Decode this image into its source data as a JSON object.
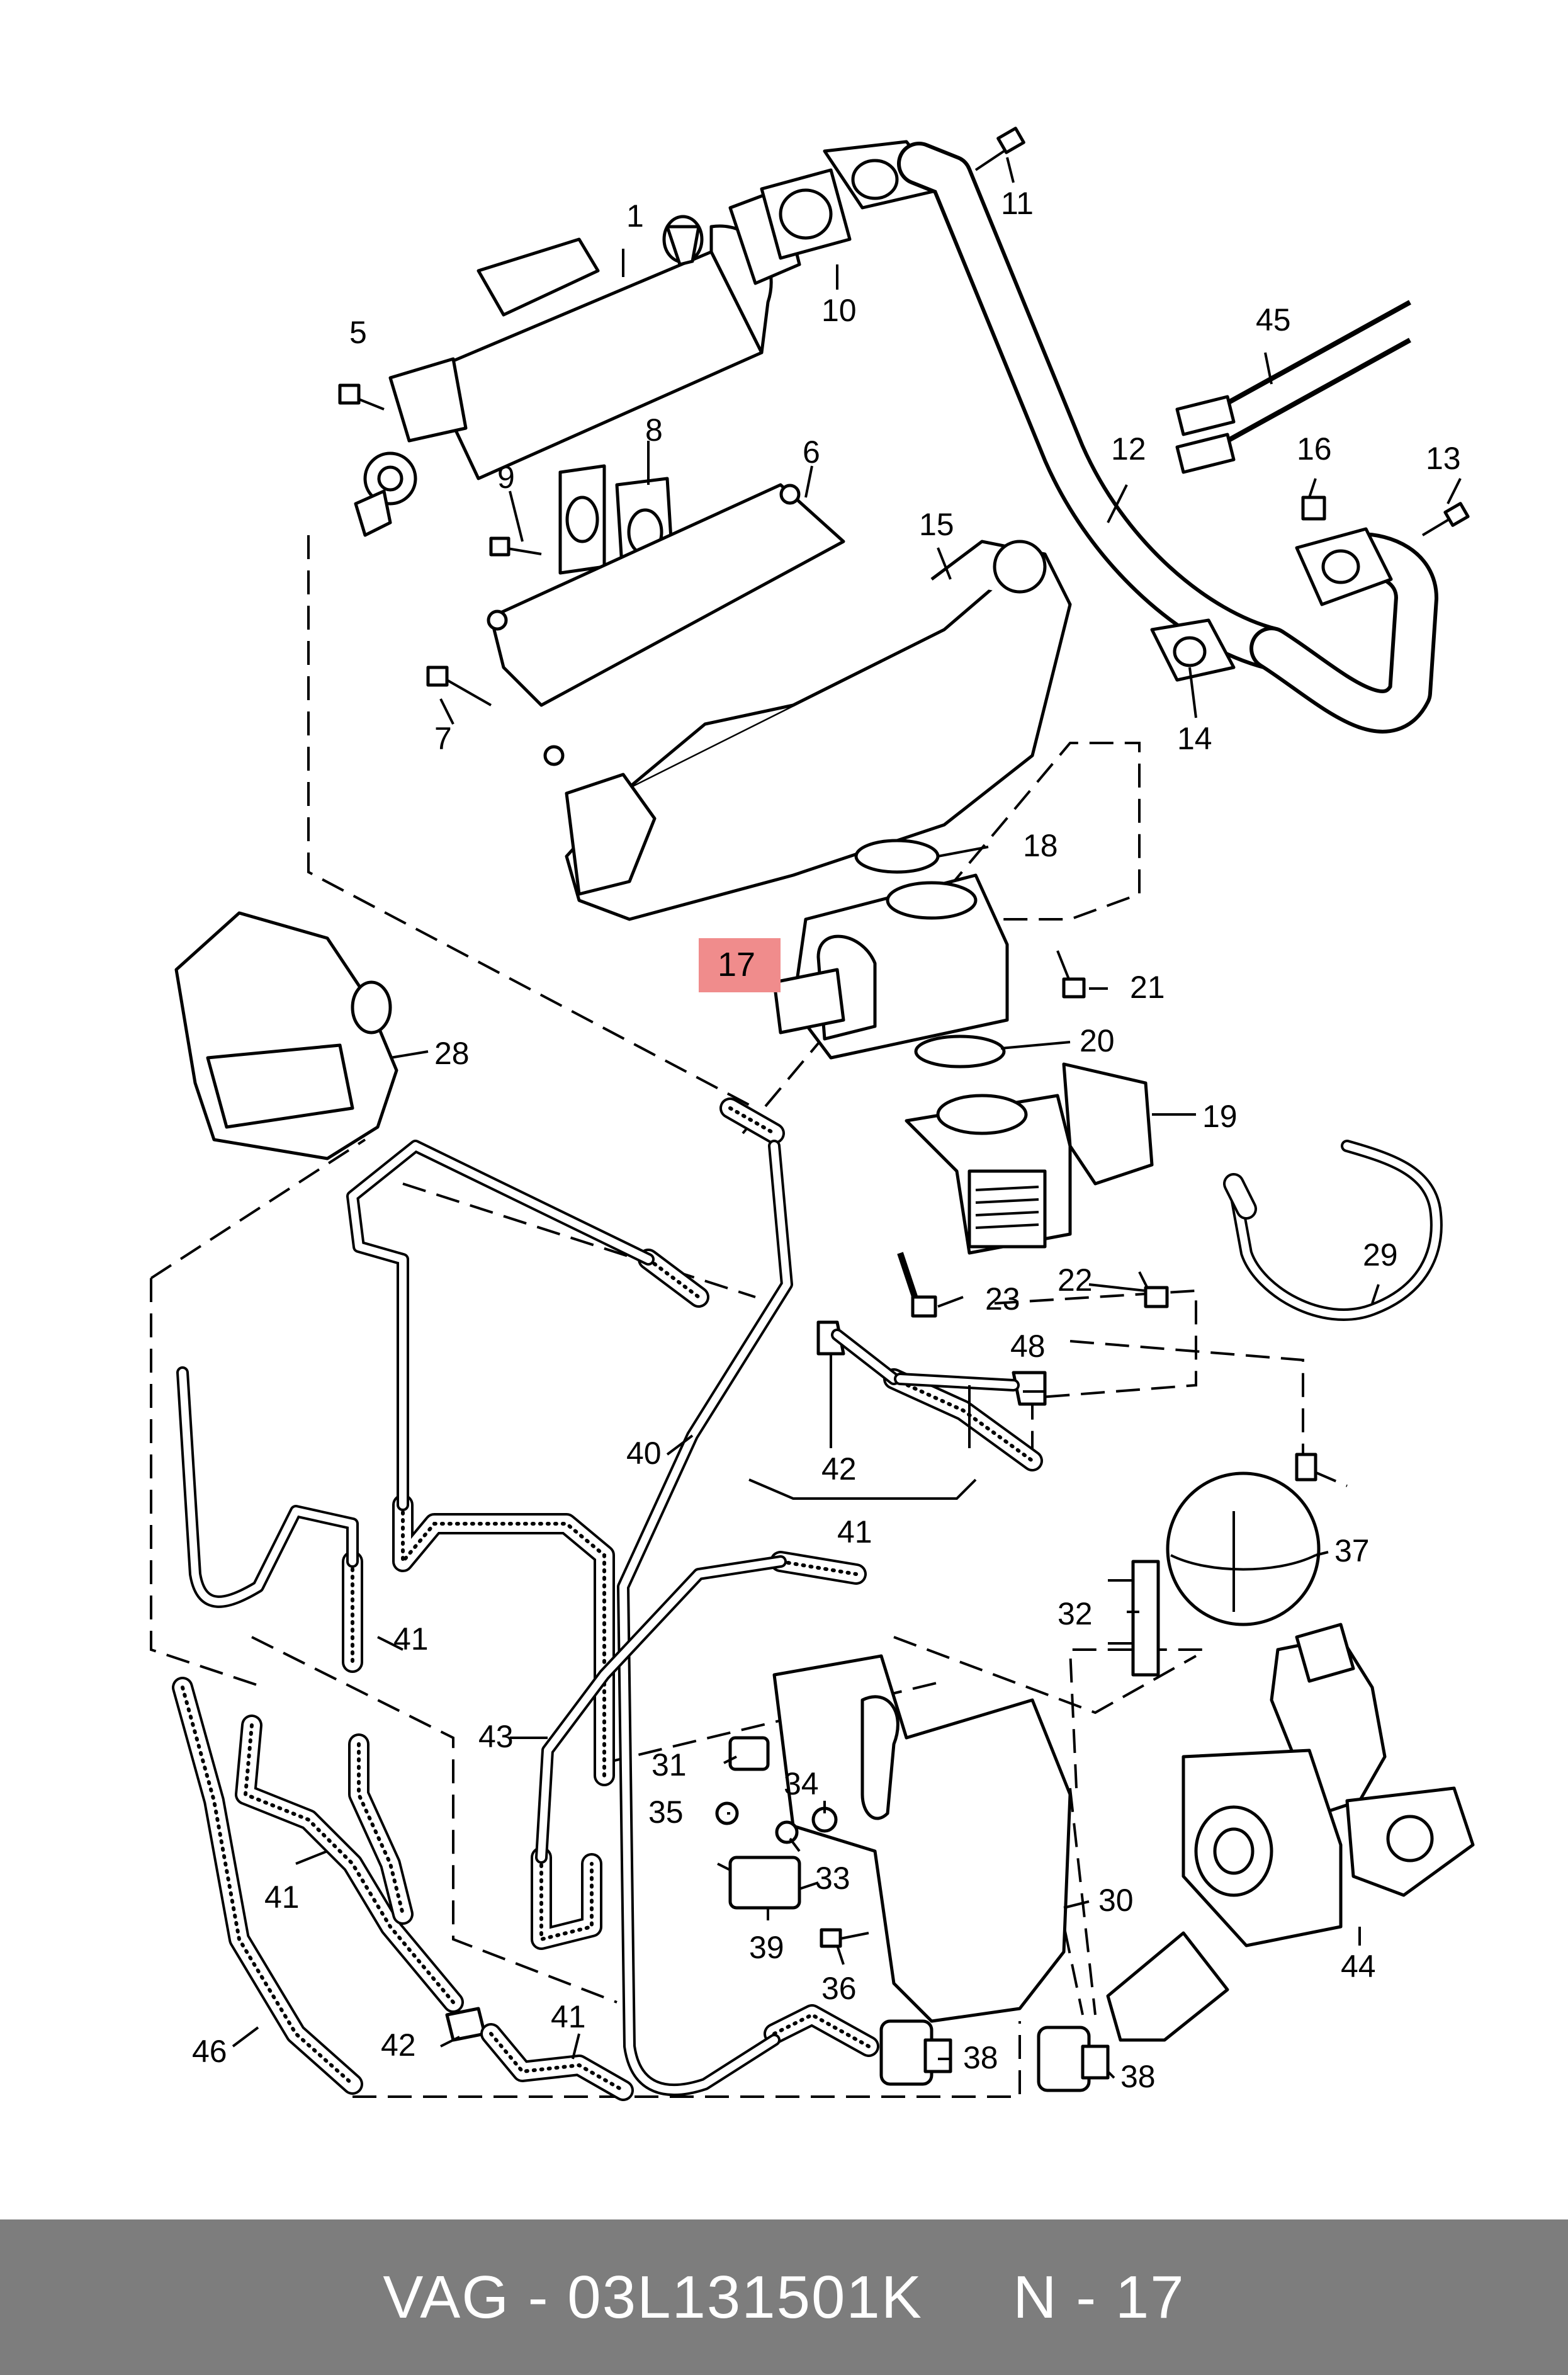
{
  "footer": {
    "text": "VAG - 03L131501K     N - 17"
  },
  "highlight": {
    "label": "17",
    "color": "#f08c8c"
  },
  "callouts": [
    {
      "id": "c1",
      "text": "1"
    },
    {
      "id": "c5",
      "text": "5"
    },
    {
      "id": "c8",
      "text": "8"
    },
    {
      "id": "c9",
      "text": "9"
    },
    {
      "id": "c6",
      "text": "6"
    },
    {
      "id": "c7",
      "text": "7"
    },
    {
      "id": "c10",
      "text": "10"
    },
    {
      "id": "c11",
      "text": "11"
    },
    {
      "id": "c12",
      "text": "12"
    },
    {
      "id": "c13",
      "text": "13"
    },
    {
      "id": "c14",
      "text": "14"
    },
    {
      "id": "c15",
      "text": "15"
    },
    {
      "id": "c16",
      "text": "16"
    },
    {
      "id": "c18",
      "text": "18"
    },
    {
      "id": "c19",
      "text": "19"
    },
    {
      "id": "c20",
      "text": "20"
    },
    {
      "id": "c21",
      "text": "21"
    },
    {
      "id": "c22",
      "text": "22"
    },
    {
      "id": "c23",
      "text": "23"
    },
    {
      "id": "c28",
      "text": "28"
    },
    {
      "id": "c29",
      "text": "29"
    },
    {
      "id": "c30",
      "text": "30"
    },
    {
      "id": "c31",
      "text": "31"
    },
    {
      "id": "c32",
      "text": "32"
    },
    {
      "id": "c33",
      "text": "33"
    },
    {
      "id": "c34",
      "text": "34"
    },
    {
      "id": "c35",
      "text": "35"
    },
    {
      "id": "c36",
      "text": "36"
    },
    {
      "id": "c37",
      "text": "37"
    },
    {
      "id": "c38a",
      "text": "38"
    },
    {
      "id": "c38b",
      "text": "38"
    },
    {
      "id": "c39",
      "text": "39"
    },
    {
      "id": "c40",
      "text": "40"
    },
    {
      "id": "c41a",
      "text": "41"
    },
    {
      "id": "c41b",
      "text": "41"
    },
    {
      "id": "c41c",
      "text": "41"
    },
    {
      "id": "c41d",
      "text": "41"
    },
    {
      "id": "c42a",
      "text": "42"
    },
    {
      "id": "c42b",
      "text": "42"
    },
    {
      "id": "c43",
      "text": "43"
    },
    {
      "id": "c44",
      "text": "44"
    },
    {
      "id": "c45",
      "text": "45"
    },
    {
      "id": "c46",
      "text": "46"
    },
    {
      "id": "c48",
      "text": "48"
    }
  ]
}
